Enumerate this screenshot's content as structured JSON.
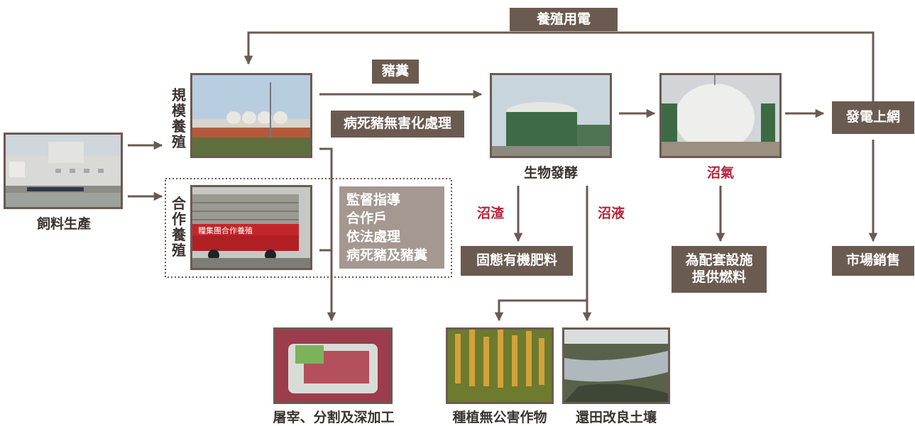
{
  "labels": {
    "power_for_farming": "養殖用電",
    "pig_manure": "豬糞",
    "dead_pig_treatment": "病死豬無害化處理",
    "grid_connection": "發電上網",
    "feed_production": "飼料生產",
    "scale_farming": "規模養殖",
    "cooperative_farming": "合作養殖",
    "supervision": "監督指導\n合作戶\n依法處理\n病死豬及豬糞",
    "biofermentation": "生物發酵",
    "biogas": "沼氣",
    "biogas_residue": "沼渣",
    "biogas_liquid": "沼液",
    "organic_fertilizer": "固態有機肥料",
    "fuel_supply": "為配套設施\n提供燃料",
    "market_sales": "市場銷售",
    "slaughter": "屠宰、分割及深加工",
    "pollution_free_crops": "種植無公害作物",
    "soil_improvement": "還田改良土壤",
    "truck_banner": "糧集團合作養殖"
  },
  "colors": {
    "box_fill": "#6b5a50",
    "arrow": "#6b5a50",
    "caption": "#3a3330",
    "highlight_red": "#b5253b",
    "supervision_fill": "#a49890"
  }
}
